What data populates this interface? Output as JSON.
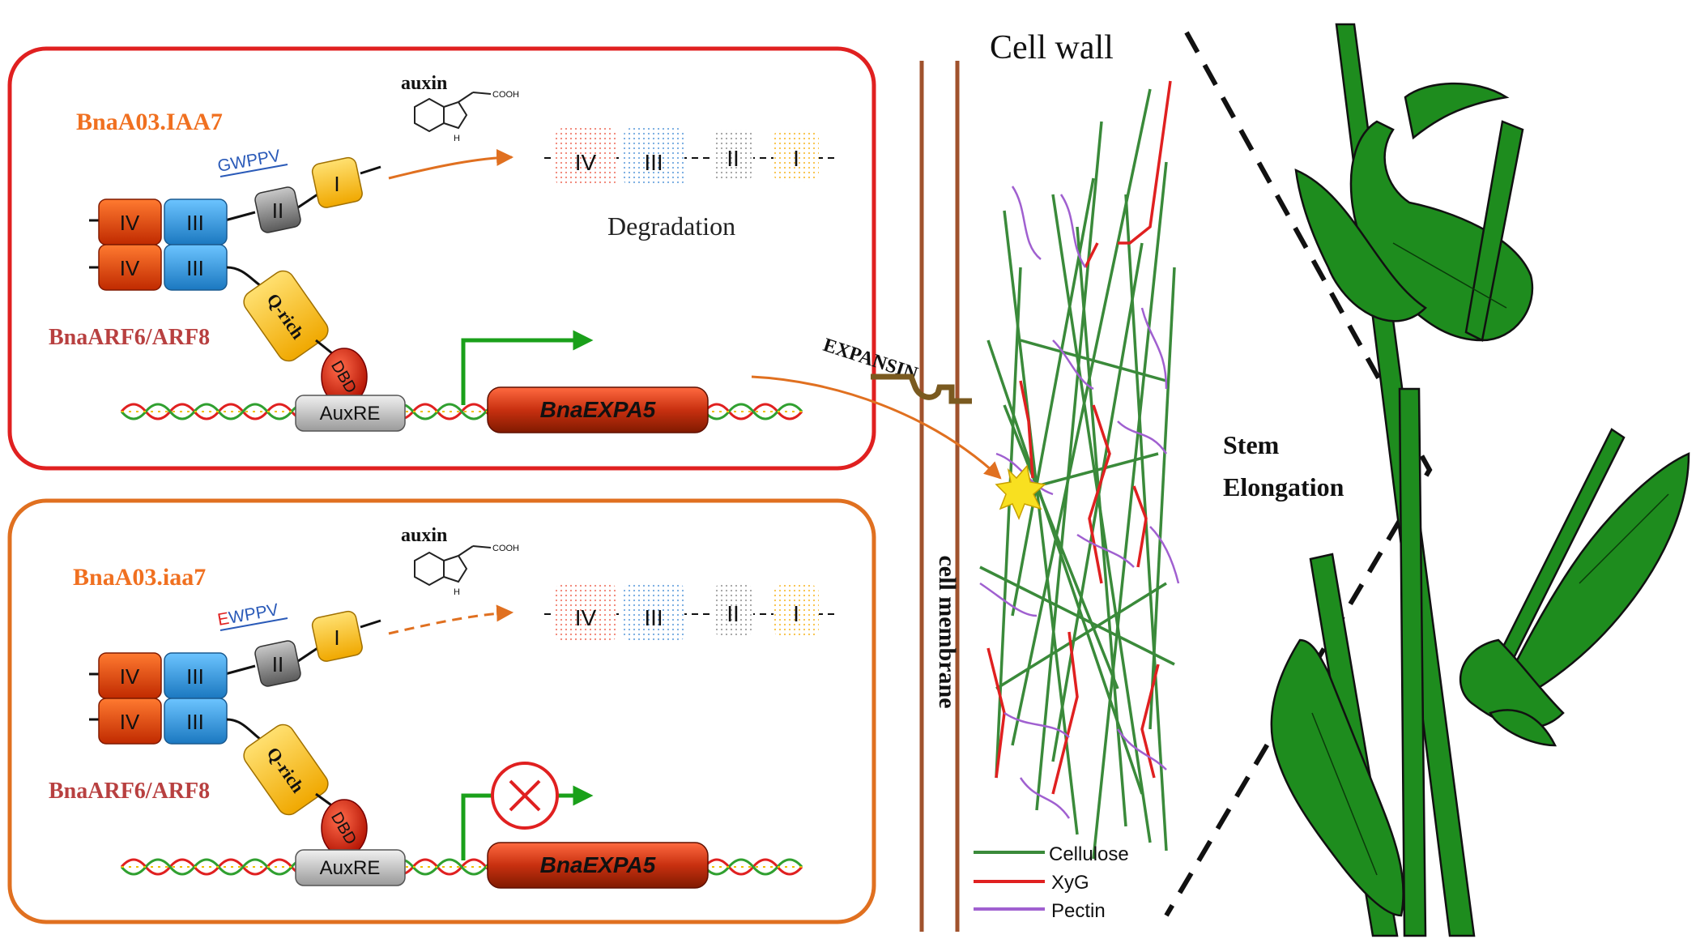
{
  "panel_top": {
    "protein_name": "BnaA03.IAA7",
    "motif": "GWPPV",
    "auxin_label": "auxin",
    "cooh_label": "COOH",
    "nh_label": "H",
    "domains": [
      "IV",
      "III",
      "II",
      "I"
    ],
    "degradation_label": "Degradation",
    "arf_label": "BnaARF6/ARF8",
    "qrich_label": "Q-rich",
    "dbd_label": "DBD",
    "auxre_label": "AuxRE",
    "gene_label": "BnaEXPA5"
  },
  "panel_bottom": {
    "protein_name": "BnaA03.iaa7",
    "motif_mutation": "E",
    "motif_rest": "WPPV",
    "auxin_label": "auxin",
    "cooh_label": "COOH",
    "nh_label": "H",
    "domains": [
      "IV",
      "III",
      "II",
      "I"
    ],
    "arf_label": "BnaARF6/ARF8",
    "qrich_label": "Q-rich",
    "dbd_label": "DBD",
    "auxre_label": "AuxRE",
    "gene_label": "BnaEXPA5"
  },
  "middle": {
    "expansin_label": "EXPANSIN",
    "membrane_label": "cell membrane",
    "cell_wall_label": "Cell wall",
    "legend": [
      {
        "label": "Cellulose",
        "color": "#3a8a3a"
      },
      {
        "label": "XyG",
        "color": "#e02020"
      },
      {
        "label": "Pectin",
        "color": "#a060d0"
      }
    ]
  },
  "right": {
    "line1": "Stem",
    "line2": "Elongation"
  },
  "colors": {
    "panel_top_border": "#e02020",
    "panel_bottom_border": "#e07020",
    "domain_iv": "#e84a10",
    "domain_iii": "#3aa0e0",
    "domain_ii": "#8a8a8a",
    "domain_i": "#ffc820",
    "promoter_arrow": "#1aa01a",
    "gene_box": "#c03010",
    "membrane": "#a0522d",
    "leaf": "#1e8c1e"
  }
}
